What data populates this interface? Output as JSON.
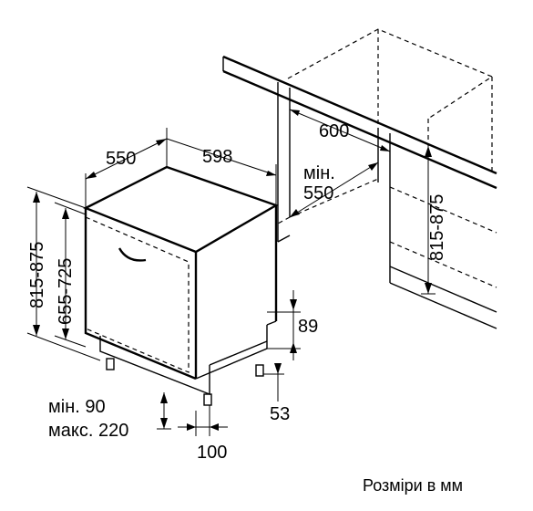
{
  "dimensions": {
    "depth_550": "550",
    "width_598": "598",
    "niche_width_600": "600",
    "niche_depth_min_label": "мін.",
    "niche_depth_min_value": "550",
    "niche_height": "815-875",
    "appliance_height": "815-875",
    "door_height": "655-725",
    "plinth_min": "мін. 90",
    "plinth_max": "макс. 220",
    "plinth_depth": "100",
    "foot_height": "89",
    "foot_offset": "53"
  },
  "caption": "Розміри в мм"
}
